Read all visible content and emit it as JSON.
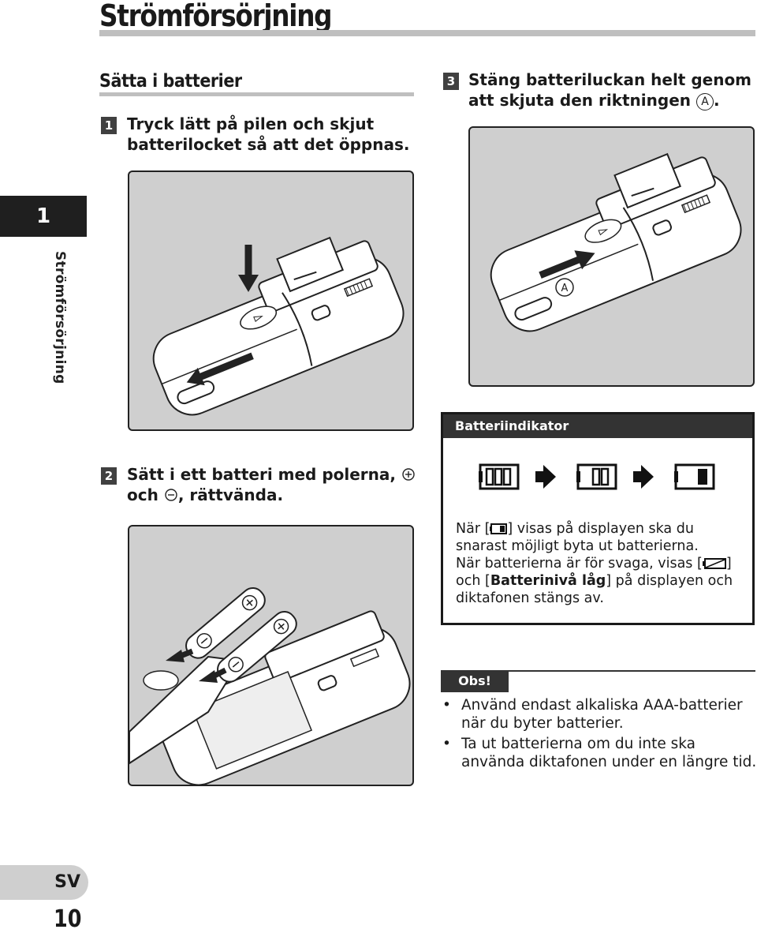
{
  "page": {
    "title": "Strömförsörjning",
    "section_title": "Sätta i batterier",
    "chapter_tab_number": "1",
    "chapter_tab_label": "Strömförsörjning",
    "language": "SV",
    "page_number": "10"
  },
  "steps": [
    {
      "num": "1",
      "lines": [
        "Tryck lätt på pilen och skjut",
        "batterilocket så att det öppnas."
      ]
    },
    {
      "num": "2",
      "line1": "Sätt i ett batteri med polerna,",
      "line2_a": "och",
      "line2_b": ", rättvända."
    },
    {
      "num": "3",
      "line1": "Stäng batteriluckan helt genom",
      "line2": "att skjuta den riktningen",
      "marker": "A",
      "line2_end": "."
    }
  ],
  "illustrations": {
    "step3_marker": "A"
  },
  "battery_indicator": {
    "heading": "Batteriindikator",
    "levels": [
      {
        "bars": 3
      },
      {
        "bars": 2
      },
      {
        "bars": 1
      }
    ],
    "p1_a": "När [",
    "p1_b": "] visas på displayen ska du snarast möjligt byta ut batterierna.",
    "p2_a": "När batterierna är för svaga, visas [",
    "p2_b": "]",
    "p2_c": "och [",
    "p2_bold": "Batterinivå låg",
    "p2_d": "] på displayen och diktafonen stängs av."
  },
  "note": {
    "heading": "Obs!",
    "items": [
      "Använd endast alkaliska AAA-batterier när du byter batterier.",
      "Ta ut batterierna om du inte ska använda diktafonen under en längre tid."
    ]
  },
  "colors": {
    "panel_background": "#cfcfcf",
    "dark_header": "#333333",
    "rule_gray": "#bfbfbf"
  }
}
